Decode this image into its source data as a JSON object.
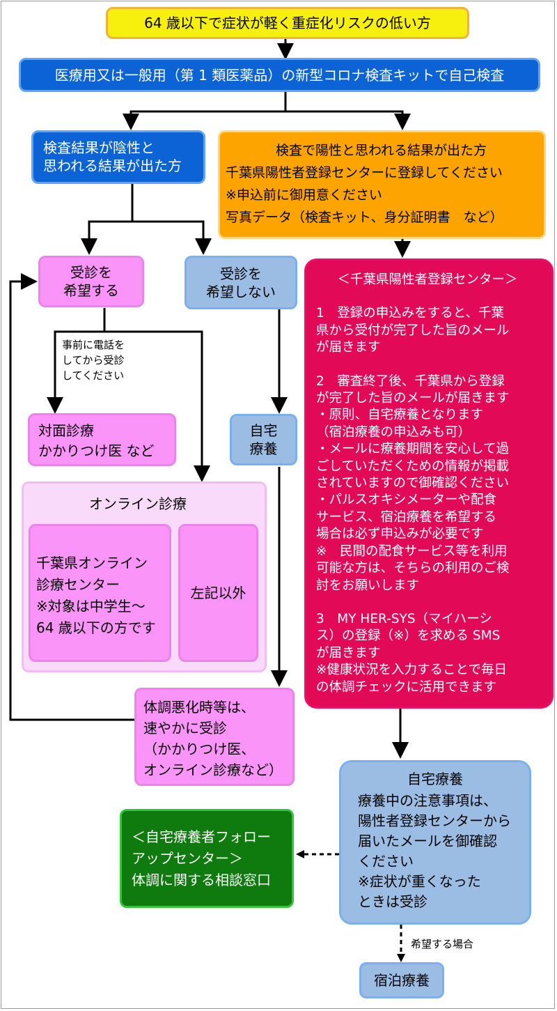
{
  "top_box": "64 歳以下で症状が軽く重症化リスクの低い方",
  "self_test_box": "医療用又は一般用（第 1 類医薬品）の新型コロナ検査キットで自己検査",
  "negative_box": [
    "検査結果が陰性と",
    "思われる結果が出た方"
  ],
  "positive_box": [
    "検査で陽性と思われる結果が出た方",
    "千葉県陽性者登録センターに登録してください",
    "※申込前に御用意ください",
    " 写真データ（検査キット、身分証明書　など）"
  ],
  "want_visit_box": [
    "受診を",
    "希望する"
  ],
  "no_visit_box": [
    "受診を",
    "希望しない"
  ],
  "phone_note": [
    "事前に電話を",
    "してから受診",
    "してください"
  ],
  "in_person_box": [
    "対面診療",
    "かかりつけ医 など"
  ],
  "home_care_box": [
    "自宅",
    "療養"
  ],
  "online_panel": {
    "title": "オンライン診療",
    "chiba_box": [
      "千葉県オンライン",
      "診療センター",
      "※対象は中学生～",
      "64 歳以下の方です"
    ],
    "other_box": "左記以外"
  },
  "worsen_box": [
    "体調悪化時等は、",
    "速やかに受診",
    "（かかりつけ医、",
    "オンライン診療など）"
  ],
  "center_box": {
    "title": "＜千葉県陽性者登録センター＞",
    "lines": [
      "1　登録の申込みをすると、千葉",
      "県から受付が完了した旨のメール",
      "が届きます",
      "",
      "2　審査終了後、千葉県から登録",
      "が完了した旨のメールが届きます",
      "・原則、自宅療養となります",
      "（宿泊療養の申込みも可）",
      "・メールに療養期間を安心して過",
      "ごしていただくための情報が掲載",
      "されていますので御確認ください",
      "・パルスオキシメーターや配食",
      "サービス、宿泊療養を希望する",
      "場合は必ず申込みが必要です",
      "※　民間の配食サービス等を利用",
      "可能な方は、そちらの利用のご検",
      "討をお願いします",
      "",
      "3　MY HER-SYS（マイハーシ",
      "ス）の登録（※）を求める SMS",
      "が届きます",
      "※健康状況を入力することで毎日",
      "の体調チェックに活用できます"
    ]
  },
  "home_care_detail_box": {
    "title": "自宅療養",
    "lines": [
      "療養中の注意事項は、",
      "陽性者登録センターから",
      "届いたメールを御確認",
      "ください",
      "※症状が重くなった",
      "ときは受診"
    ]
  },
  "followup_box": [
    "＜自宅療養者フォロー",
    "アップセンター＞",
    "体調に関する相談窓口"
  ],
  "hope_label": "希望する場合",
  "lodging_box": "宿泊療養",
  "colors": {
    "yellow": "#f7ef0e",
    "blue": "#0c63d6",
    "orange": "#fea400",
    "pink": "#fb94f8",
    "light_blue": "#9bbde4",
    "light_pink": "#fadafb",
    "crimson": "#e20a57",
    "green": "#0f7b0e"
  }
}
